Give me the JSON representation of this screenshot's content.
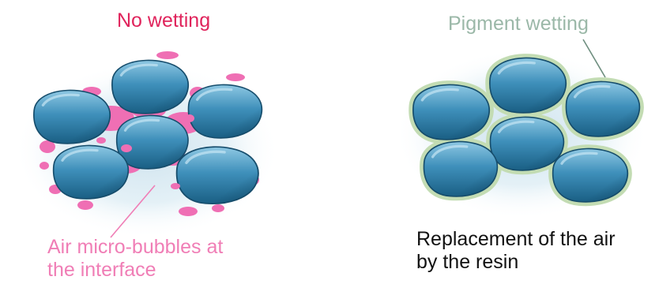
{
  "left_panel": {
    "title": "No wetting",
    "caption_lines": [
      "Air micro-bubbles at",
      "the interface"
    ],
    "colors": {
      "title": "#e0245c",
      "bubbles": "#ef6fb4",
      "caption": "#f07eb6"
    }
  },
  "right_panel": {
    "title": "Pigment wetting",
    "caption_lines": [
      "Replacement of the air",
      "by the resin"
    ],
    "colors": {
      "title": "#9bb8a8",
      "wetting_border": "#c3dcb3",
      "caption": "#111111"
    }
  },
  "colors": {
    "particle_light": "#6fb7da",
    "particle_dark": "#1e6e96",
    "halo": "#cfe3ee"
  }
}
